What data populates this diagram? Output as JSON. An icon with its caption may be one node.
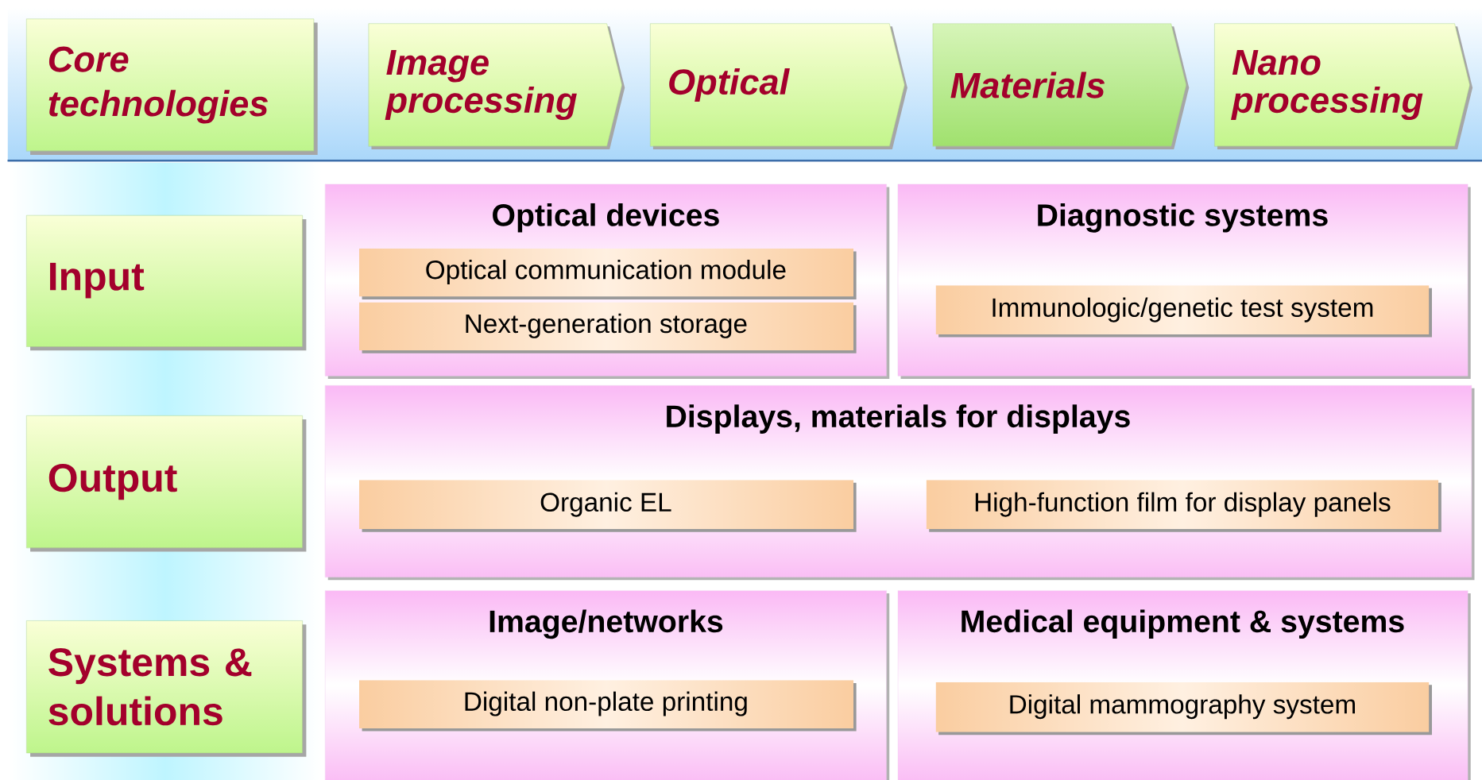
{
  "diagram": {
    "nodes": [
      {
        "text": [
          "Core technologies"
        ]
      },
      {
        "text": [
          "Image processing"
        ]
      },
      {
        "text": [
          "Optical"
        ]
      },
      {
        "text": [
          "Materials"
        ]
      },
      {
        "text": [
          "Nano processing"
        ]
      },
      {
        "text": [
          "Input"
        ]
      },
      {
        "text": [
          "Output"
        ]
      },
      {
        "text": [
          "Systems & solutions"
        ]
      },
      {
        "text": [
          "Optical devices"
        ]
      },
      {
        "text": [
          "Optical communication module"
        ],
        "in": 8
      },
      {
        "text": [
          "Next-generation storage"
        ],
        "in": 8
      },
      {
        "text": [
          "Diagnostic systems"
        ]
      },
      {
        "text": [
          "Immunologic/genetic test system"
        ],
        "in": 11
      },
      {
        "text": [
          "Displays, materials for displays"
        ]
      },
      {
        "text": [
          "Organic EL"
        ],
        "in": 13
      },
      {
        "text": [
          "High-function film for display panels"
        ],
        "in": 13
      },
      {
        "text": [
          "Image/networks"
        ]
      },
      {
        "text": [
          "Digital non-plate printing"
        ],
        "in": 16
      },
      {
        "text": [
          "Medical equipment & systems"
        ]
      },
      {
        "text": [
          "Digital mammography system"
        ],
        "in": 18
      }
    ]
  }
}
